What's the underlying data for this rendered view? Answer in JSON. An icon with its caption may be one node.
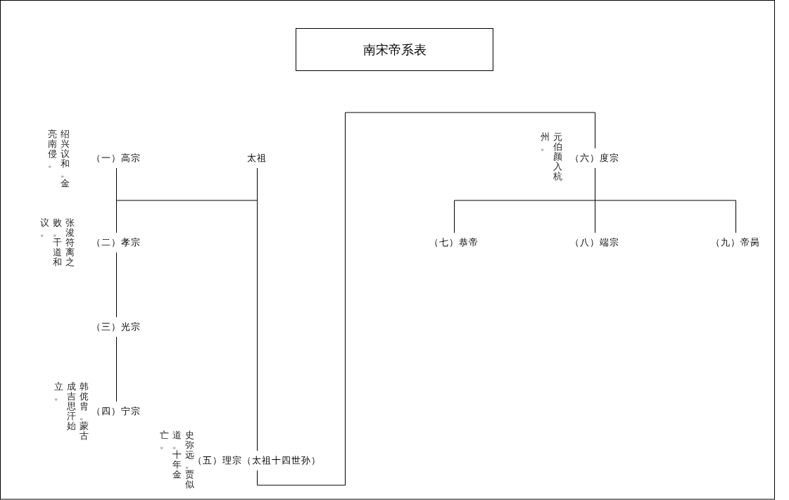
{
  "diagram": {
    "title": "南宋帝系表",
    "nodes": [
      {
        "text": [
          "（一）高宗"
        ],
        "beside": [
          "绍兴议和。金亮南侵。"
        ]
      },
      {
        "text": [
          "太祖"
        ]
      },
      {
        "text": [
          "（六）度宗"
        ],
        "beside": [
          "元伯颜入杭州。"
        ]
      },
      {
        "text": [
          "（二）孝宗"
        ],
        "beside": [
          "张浚符离之败。干道和议。"
        ]
      },
      {
        "text": [
          "（七）恭帝"
        ]
      },
      {
        "text": [
          "（八）端宗"
        ]
      },
      {
        "text": [
          "（九）帝昺"
        ]
      },
      {
        "text": [
          "（三）光宗"
        ]
      },
      {
        "text": [
          "（四）宁宗"
        ],
        "beside": [
          "韩侂胄。蒙古成吉思汗始立。"
        ]
      },
      {
        "text": [
          "（五）理宗（太祖十四世孙）"
        ],
        "beside": [
          "史弥远。贾似道。十年金亡。"
        ]
      }
    ],
    "edges": [
      {
        "from": 0,
        "to": 3,
        "arrow": "none"
      },
      {
        "from": 1,
        "to": 3,
        "arrow": "none"
      },
      {
        "from": 3,
        "to": 7,
        "arrow": "none"
      },
      {
        "from": 7,
        "to": 8,
        "arrow": "none"
      },
      {
        "from": 1,
        "to": 9,
        "arrow": "none"
      },
      {
        "from": 9,
        "to": 2,
        "arrow": "none"
      },
      {
        "from": 2,
        "to": 4,
        "arrow": "none"
      },
      {
        "from": 2,
        "to": 5,
        "arrow": "none"
      },
      {
        "from": 2,
        "to": 6,
        "arrow": "none"
      }
    ]
  }
}
